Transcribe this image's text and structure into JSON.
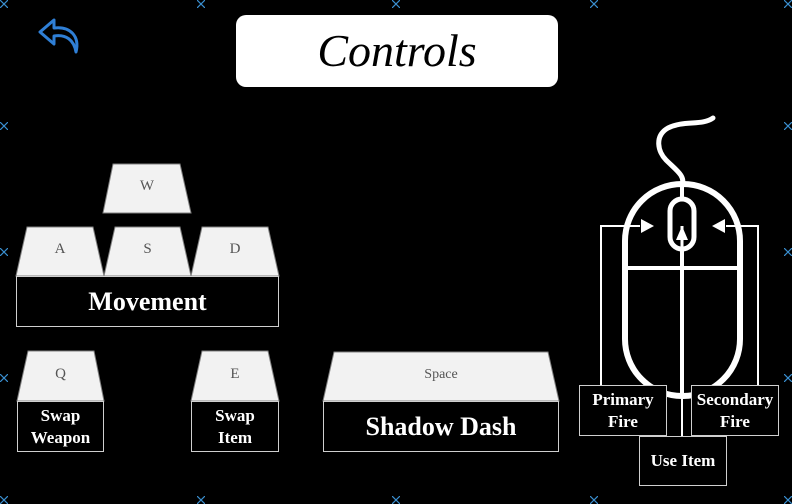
{
  "header": {
    "title": "Controls",
    "back_icon": "back-arrow-icon",
    "back_color": "#2f7fd6"
  },
  "keyboard": {
    "w": "W",
    "a": "A",
    "s": "S",
    "d": "D",
    "q": "Q",
    "e": "E",
    "space": "Space",
    "movement_label": "Movement",
    "swap_weapon_line1": "Swap",
    "swap_weapon_line2": "Weapon",
    "swap_item_line1": "Swap",
    "swap_item_line2": "Item",
    "shadow_dash_label": "Shadow Dash"
  },
  "mouse": {
    "icon": "mouse-icon",
    "primary_line1": "Primary",
    "primary_line2": "Fire",
    "secondary_line1": "Secondary",
    "secondary_line2": "Fire",
    "use_item_label": "Use Item"
  },
  "colors": {
    "background": "#000000",
    "keycap": "#f2f2f2",
    "marker": "#3a8fd0"
  }
}
